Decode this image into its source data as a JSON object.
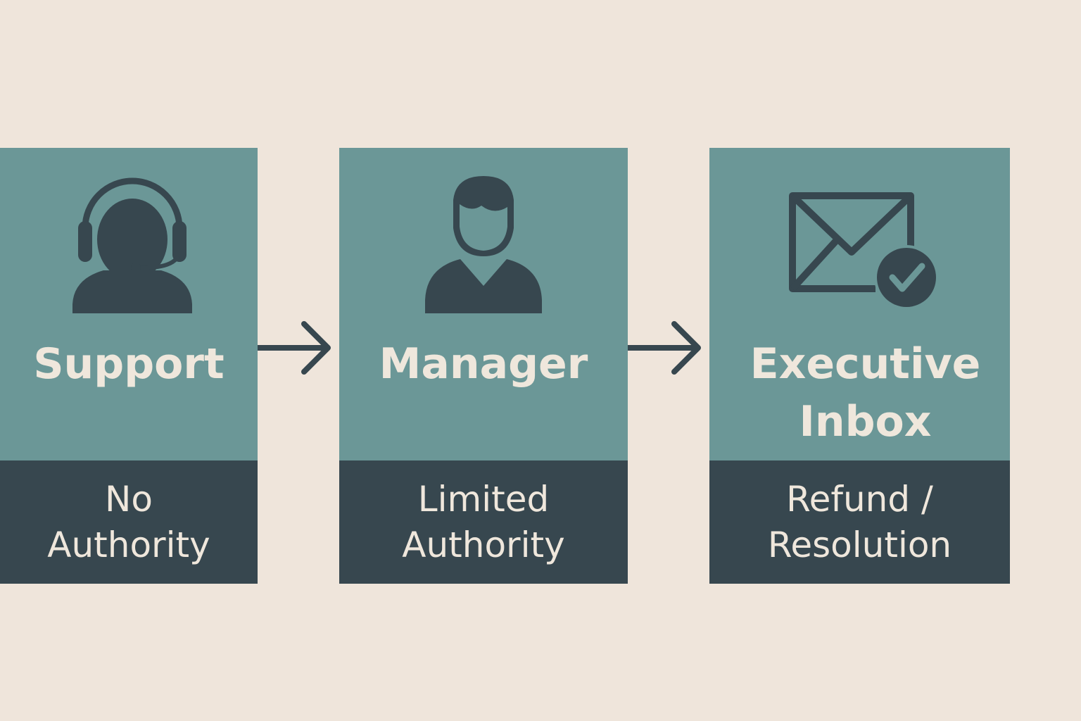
{
  "colors": {
    "background": "#efe5db",
    "card_top": "#6b9797",
    "card_bottom": "#37474f",
    "text_light": "#efe7dc",
    "icon_dark": "#37474f"
  },
  "steps": [
    {
      "icon": "headset-agent-icon",
      "title": "Support",
      "subtitle": "No\nAuthority"
    },
    {
      "icon": "person-icon",
      "title": "Manager",
      "subtitle": "Limited\nAuthority"
    },
    {
      "icon": "envelope-check-icon",
      "title": "Executive\nInbox",
      "subtitle": "Refund /\nResolution"
    }
  ],
  "connectors": [
    "arrow-right-icon",
    "arrow-right-icon"
  ]
}
